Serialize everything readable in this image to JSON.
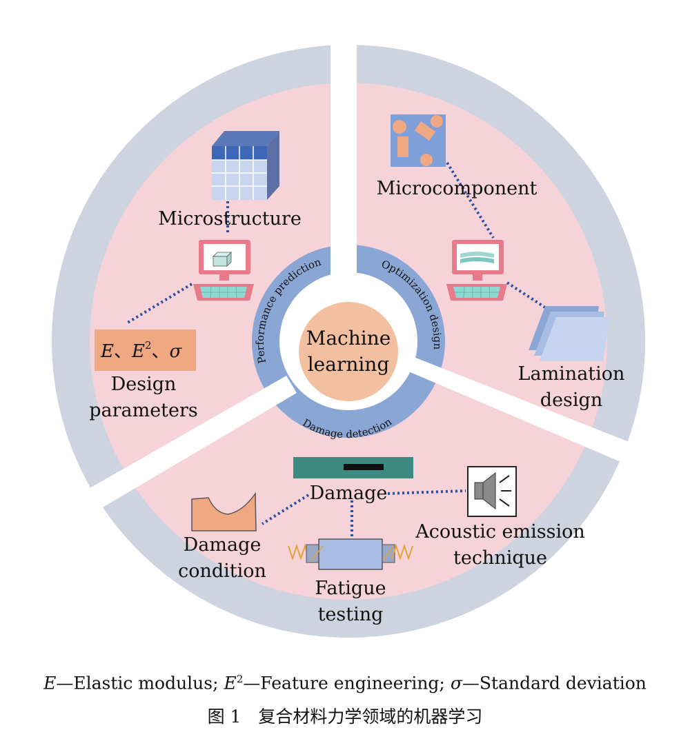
{
  "center": {
    "line1": "Machine",
    "line2": "learning"
  },
  "ring": {
    "performance": "Performance prediction",
    "optimization": "Optimization design",
    "damage": "Damage detection"
  },
  "labels": {
    "microstructure": "Microstructure",
    "design_parameters_line1": "Design",
    "design_parameters_line2": "parameters",
    "params_formula_e1": "E",
    "params_formula_sep1": "、",
    "params_formula_e2": "E",
    "params_formula_sup": "2",
    "params_formula_sep2": "、",
    "params_formula_sigma": "σ",
    "microcomponent": "Microcomponent",
    "lamination_line1": "Lamination",
    "lamination_line2": "design",
    "damage": "Damage",
    "damage_condition_line1": "Damage",
    "damage_condition_line2": "condition",
    "acoustic_line1": "Acoustic emission",
    "acoustic_line2": "technique",
    "fatigue_line1": "Fatigue",
    "fatigue_line2": "testing"
  },
  "caption": {
    "legend_e": "E",
    "legend_e_def": "—Elastic modulus; ",
    "legend_e2": "E",
    "legend_e2_sup": "2",
    "legend_e2_def": "—Feature engineering; ",
    "legend_sigma": "σ",
    "legend_sigma_def": "—Standard deviation",
    "figure_title": "图 1　复合材料力学领域的机器学习"
  },
  "colors": {
    "outer_ring": "#cdd3df",
    "pink_field": "#f6d3d8",
    "inner_ring": "#8aa6d4",
    "center_disk": "#f2c0a1",
    "dotted_line": "#2f4fa0",
    "salmon": "#f0a883",
    "teal_bar": "#3d8a82"
  },
  "icons": [
    "microstructure-cube-icon",
    "computer-icon",
    "microcomponent-icon",
    "lamination-sheets-icon",
    "damage-bar-icon",
    "damage-condition-shape-icon",
    "speaker-icon",
    "fatigue-spring-icon"
  ]
}
